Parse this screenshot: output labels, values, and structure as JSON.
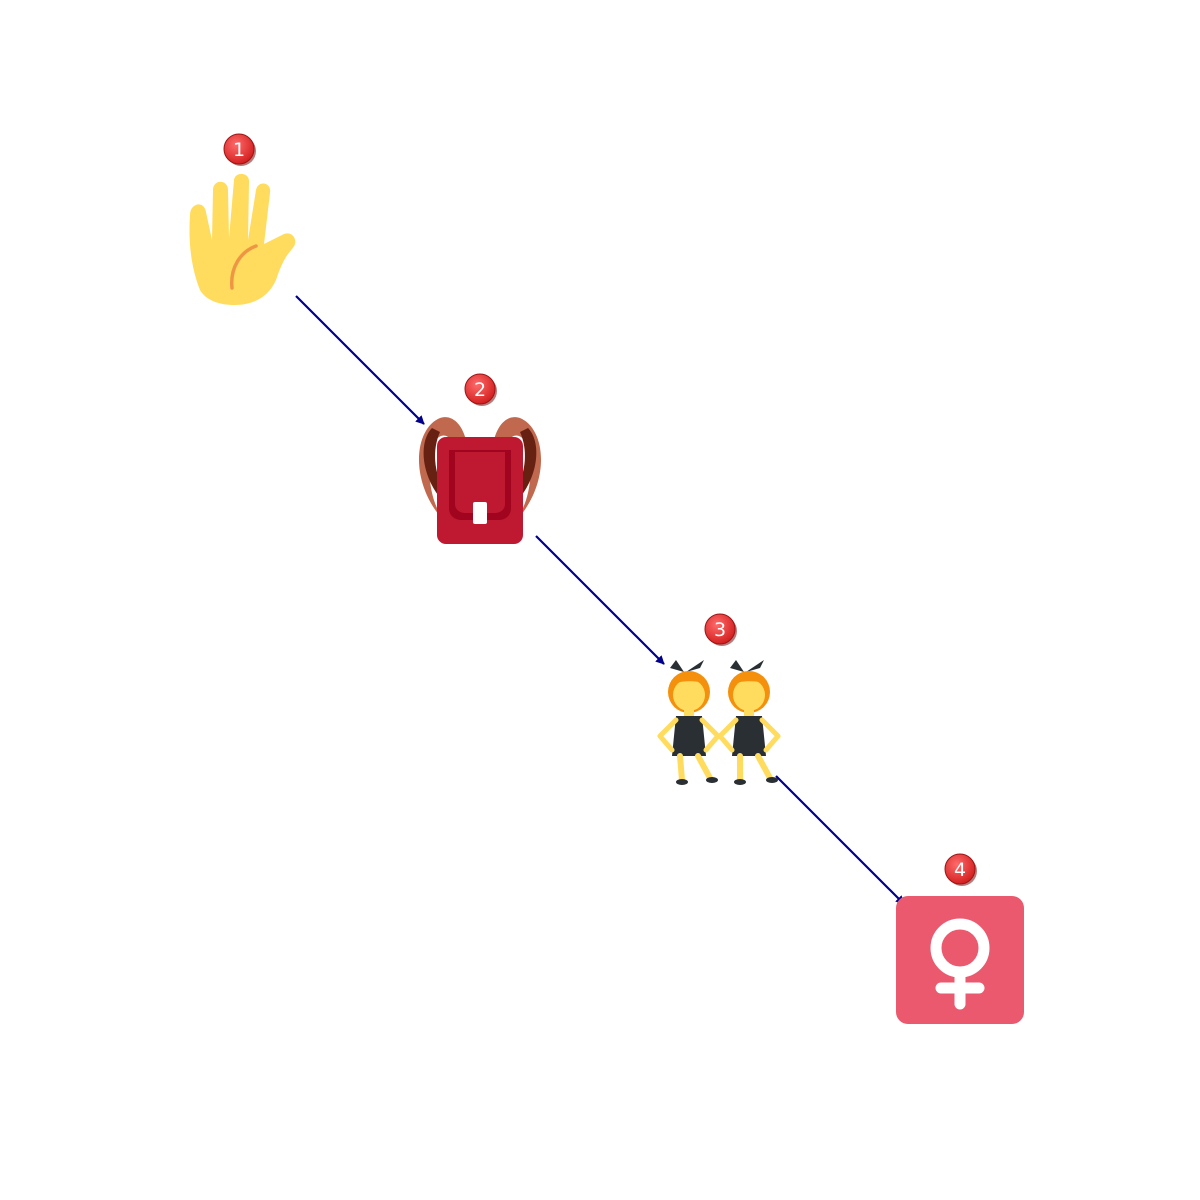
{
  "steps": [
    {
      "number": "1",
      "icon": "raised-hand-icon"
    },
    {
      "number": "2",
      "icon": "backpack-icon"
    },
    {
      "number": "3",
      "icon": "people-with-bunny-ears-icon"
    },
    {
      "number": "4",
      "icon": "female-sign-icon"
    }
  ],
  "colors": {
    "arrow": "#00008b",
    "badge": "#e0312f",
    "skin": "#ffdc5d",
    "backpack": "#be1931",
    "backpack_strap": "#c1694f",
    "female_sign_bg": "#ea596e"
  }
}
